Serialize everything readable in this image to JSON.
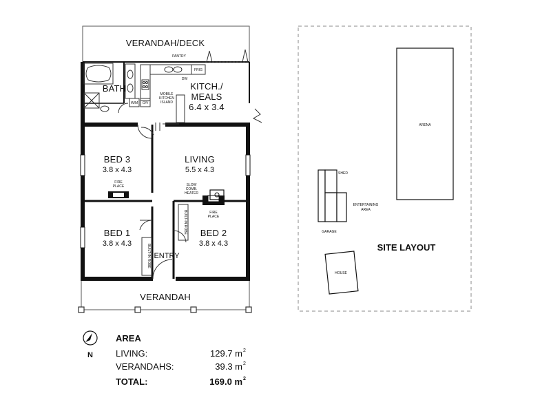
{
  "plan": {
    "verandah_deck": "VERANDAH/DECK",
    "verandah": "VERANDAH",
    "entry": "ENTRY",
    "north": "N",
    "rooms": {
      "bath": {
        "name": "BATH"
      },
      "kitchen": {
        "name": "KITCH./",
        "name2": "MEALS",
        "dims": "6.4 x 3.4"
      },
      "bed3": {
        "name": "BED 3",
        "dims": "3.8 x 4.3"
      },
      "living": {
        "name": "LIVING",
        "dims": "5.5 x 4.3"
      },
      "bed1": {
        "name": "BED 1",
        "dims": "3.8 x 4.3"
      },
      "bed2": {
        "name": "BED 2",
        "dims": "3.8 x 4.3"
      }
    },
    "fixtures": {
      "pantry": "PANTRY",
      "dw": "DW",
      "frig": "FRIG",
      "wm": "W/M",
      "ov": "O/V",
      "mobile_island_1": "MOBILE",
      "mobile_island_2": "KITCHEN",
      "mobile_island_3": "ISLAND",
      "fire_place_bed3_1": "FIRE",
      "fire_place_bed3_2": "PLACE",
      "slow_comb_1": "SLOW",
      "slow_comb_2": "COMB.",
      "slow_comb_3": "HEATER",
      "fire_place_bed2_1": "FIRE",
      "fire_place_bed2_2": "PLACE",
      "built_in_robe_1": "BUILT-IN ROBE",
      "built_in_robe_2": "BUILT-IN ROBE"
    }
  },
  "site": {
    "title": "SITE LAYOUT",
    "arena": "ARENA",
    "shed": "SHED",
    "entertaining_1": "ENTERTAINING",
    "entertaining_2": "AREA",
    "garage": "GARAGE",
    "house": "HOUSE"
  },
  "area": {
    "title": "AREA",
    "rows": [
      {
        "label": "LIVING:",
        "value": "129.7 m",
        "sup": "2"
      },
      {
        "label": "VERANDAHS:",
        "value": "39.3 m",
        "sup": "2"
      }
    ],
    "total": {
      "label": "TOTAL:",
      "value": "169.0 m",
      "sup": "2"
    }
  }
}
